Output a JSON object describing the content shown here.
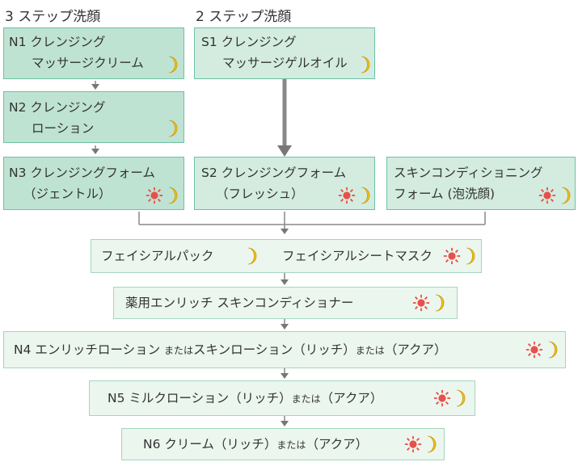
{
  "headings": {
    "three_step": "3 ステップ洗顔",
    "two_step": "2 ステップ洗顔"
  },
  "steps": {
    "n1": {
      "line1": "N1 クレンジング",
      "line2": "マッサージクリーム",
      "icons": [
        "moon"
      ]
    },
    "n2": {
      "line1": "N2 クレンジング",
      "line2": "ローション",
      "icons": [
        "moon"
      ]
    },
    "n3": {
      "line1": "N3 クレンジングフォーム",
      "line2": "（ジェントル）",
      "icons": [
        "sun",
        "moon"
      ]
    },
    "s1": {
      "line1": "S1 クレンジング",
      "line2": "マッサージゲルオイル",
      "icons": [
        "moon"
      ]
    },
    "s2": {
      "line1": "S2 クレンジングフォーム",
      "line2": "（フレッシュ）",
      "icons": [
        "sun",
        "moon"
      ]
    },
    "skin_cond": {
      "line1": "スキンコンディショニング",
      "line2": "フォーム (泡洗顔)",
      "icons": [
        "sun",
        "moon"
      ]
    },
    "pack": {
      "left": "フェイシアルパック",
      "right": "フェイシアルシートマスク",
      "left_icons": [
        "moon"
      ],
      "right_icons": [
        "sun",
        "moon"
      ]
    },
    "enrich_cond": {
      "text": "薬用エンリッチ スキンコンディショナー",
      "icons": [
        "sun",
        "moon"
      ]
    },
    "n4": {
      "a": "N4 エンリッチローション ",
      "or1": "または",
      "b": "スキンローション（リッチ）",
      "or2": "または",
      "c": "（アクア）",
      "icons": [
        "sun",
        "moon"
      ]
    },
    "n5": {
      "a": "N5 ミルクローション（リッチ）",
      "or1": "または",
      "c": "（アクア）",
      "icons": [
        "sun",
        "moon"
      ]
    },
    "n6": {
      "a": "N6 クリーム（リッチ）",
      "or1": "または",
      "c": "（アクア）",
      "icons": [
        "sun",
        "moon"
      ]
    }
  },
  "colors": {
    "box_dark": "#bfe3d3",
    "box_mid": "#d3ecdf",
    "box_light": "#ebf6ee",
    "border": "#6cc1a6",
    "arrow": "#777777",
    "sun": "#e8504a",
    "moon": "#f2c31a"
  }
}
